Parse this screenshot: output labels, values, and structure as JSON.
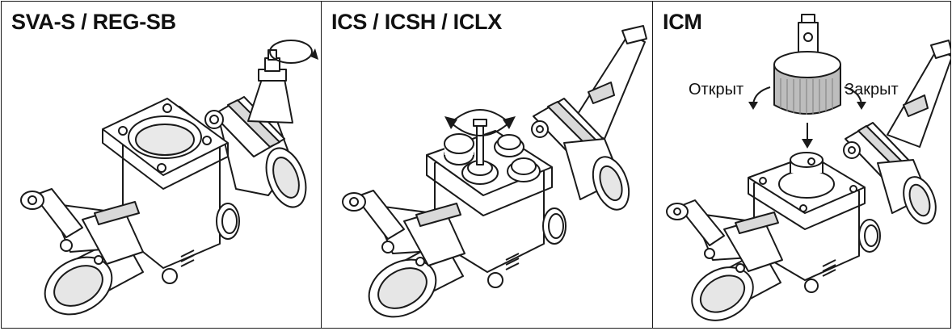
{
  "panels": [
    {
      "title": "SVA-S / REG-SB"
    },
    {
      "title": "ICS / ICSH / ICLX"
    },
    {
      "title": "ICM",
      "label_left": "Открыт",
      "label_right": "Закрыт"
    }
  ],
  "colors": {
    "line": "#1a1a1a",
    "fill": "#ffffff",
    "shade": "#d9d9d9"
  }
}
